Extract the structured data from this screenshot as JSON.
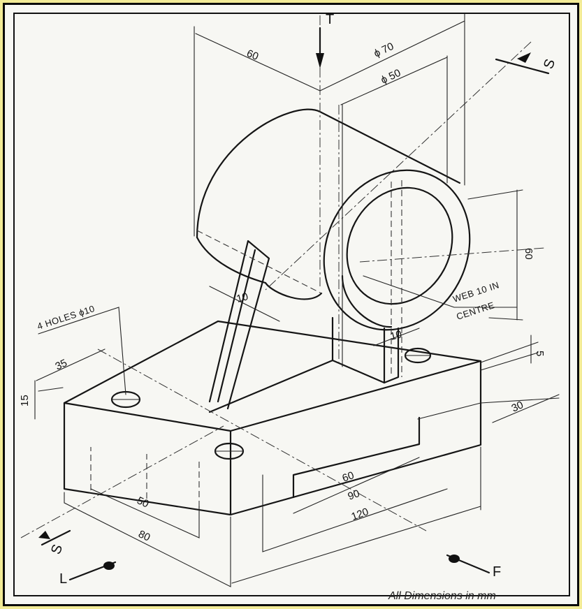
{
  "dimensions": {
    "cyl_length": "60",
    "outer_dia": "ϕ 70",
    "inner_dia": "ϕ 50",
    "axis_height": "60",
    "web_rib": "10",
    "web_upright": "10",
    "base_height": "15",
    "hole_offset": "35",
    "base_depth_inner": "50",
    "base_depth": "80",
    "slot_width": "60",
    "slot_span": "90",
    "base_length": "120",
    "slot_depth": "5",
    "slot_height": "30"
  },
  "notes": {
    "holes": "4 HOLES ϕ10",
    "web_line1": "WEB 10 IN",
    "web_line2": "CENTRE"
  },
  "views": {
    "top": "T",
    "section_right": "S",
    "section_left": "S",
    "left": "L",
    "front": "F"
  },
  "footnote": "All Dimensions in mm"
}
